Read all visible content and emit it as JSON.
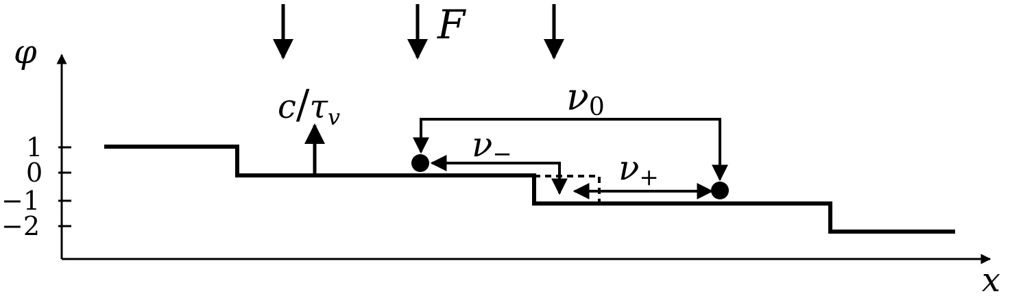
{
  "axes": {
    "y_label": "φ",
    "x_label": "x",
    "y_ticks": [
      "1",
      "0",
      "−1",
      "−2"
    ]
  },
  "labels": {
    "force": "F",
    "rate_c": "c",
    "rate_slash": "/",
    "rate_tau": "τ",
    "rate_tau_sub": "v",
    "nu": "ν",
    "nu0_sub": "0",
    "nu_minus_sub": "−",
    "nu_plus_sub": "+"
  },
  "colors": {
    "ink": "#000000",
    "background": "#ffffff"
  }
}
